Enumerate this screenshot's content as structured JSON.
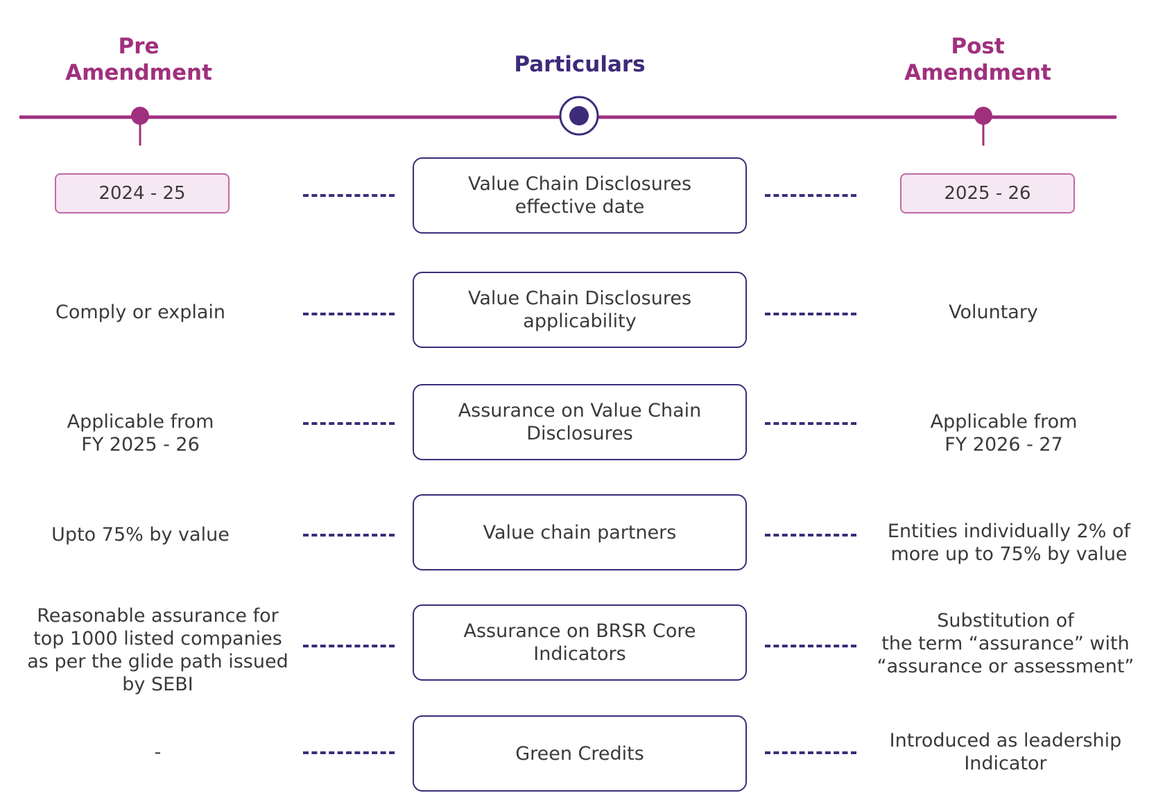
{
  "headers": {
    "pre": "Pre\nAmendment",
    "particulars": "Particulars",
    "post": "Post\nAmendment"
  },
  "colors": {
    "accent": "#a0307e",
    "primary": "#3d2b7a",
    "box_fill": "#f6e8f2"
  },
  "rows": [
    {
      "pre": "2024 - 25",
      "particular": "Value Chain Disclosures\neffective date",
      "post": "2025 - 26"
    },
    {
      "pre": "Comply or explain",
      "particular": "Value Chain Disclosures\napplicability",
      "post": "Voluntary"
    },
    {
      "pre": "Applicable from\nFY 2025 - 26",
      "particular": "Assurance on Value Chain\nDisclosures",
      "post": "Applicable from\nFY 2026 - 27"
    },
    {
      "pre": "Upto 75% by value",
      "particular": "Value chain partners",
      "post": "Entities individually 2% of\nmore up to 75% by value"
    },
    {
      "pre": "Reasonable assurance for\ntop 1000 listed companies\nas per the glide path issued\nby SEBI",
      "particular": "Assurance on BRSR Core\nIndicators",
      "post": "Substitution of\nthe term “assurance” with\n“assurance or assessment”"
    },
    {
      "pre": "-",
      "particular": "Green Credits",
      "post": "Introduced as leadership\nIndicator"
    }
  ]
}
